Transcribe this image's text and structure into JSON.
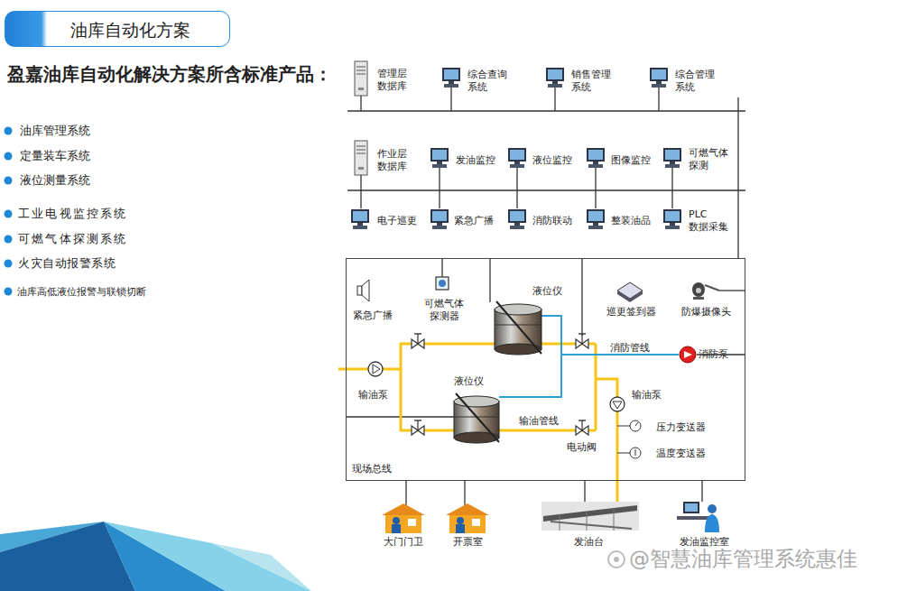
{
  "diagram": {
    "title": "油库自动化方案",
    "nodes": [
      {
        "text": [
          "现场总线"
        ]
      }
    ],
    "labels": [
      "盈嘉油库自动化解决方案所含标准产品：",
      "油库管理系统",
      "定量装车系统",
      "液位测量系统",
      "工业电视监控系统",
      "可燃气体探测系统",
      "火灾自动报警系统",
      "油库高低液位报警与联锁切断",
      "管理层 数据库",
      "综合查询 系统",
      "销售管理 系统",
      "综合管理 系统",
      "作业层 数据库",
      "发油监控",
      "液位监控",
      "图像监控",
      "可燃气体 探测",
      "电子巡更",
      "紧急广播",
      "消防联动",
      "整装油品",
      "PLC 数据采集",
      "紧急广播",
      "可燃气体 探测器",
      "液位仪",
      "巡更签到器",
      "防爆摄像头",
      "消防管线",
      "消防泵",
      "输油泵",
      "液位仪",
      "输油泵",
      "输油管线",
      "电动阀",
      "压力变送器",
      "温度变送器",
      "大门门卫",
      "开票室",
      "发油台",
      "发油监控室",
      "@智慧油库管理系统惠佳"
    ]
  }
}
